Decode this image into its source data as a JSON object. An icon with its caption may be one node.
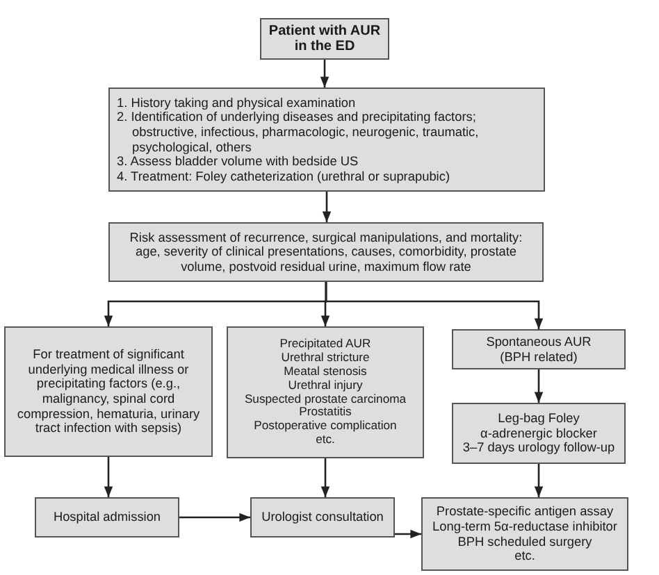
{
  "diagram": {
    "nodes": [
      {
        "text": [
          "Patient with AUR in the ED"
        ]
      },
      {
        "text": [
          "1. History taking and physical examination",
          "2. Identification of underlying diseases and precipitating factors; obstructive, infectious, pharmacologic, neurogenic, traumatic, psychological, others",
          "3. Assess bladder volume with bedside US",
          "4. Treatment: Foley catheterization (urethral or suprapubic)"
        ]
      },
      {
        "text": [
          "Risk assessment of recurrence, surgical manipulations, and mortality: age, severity of clinical presentations, causes, comorbidity, prostate volume, postvoid residual urine, maximum flow rate"
        ]
      },
      {
        "text": [
          "For treatment of significant underlying medical illness or precipitating factors (e.g., malignancy, spinal cord compression, hematuria, urinary tract infection with sepsis)"
        ]
      },
      {
        "text": [
          "Precipitated AUR",
          "Urethral stricture",
          "Meatal stenosis",
          "Urethral injury",
          "Suspected prostate carcinoma",
          "Prostatitis",
          "Postoperative complication",
          "etc."
        ]
      },
      {
        "text": [
          "Spontaneous AUR",
          "(BPH related)"
        ]
      },
      {
        "text": [
          "Leg-bag Foley",
          "α-adrenergic blocker",
          "3–7 days urology follow-up"
        ]
      },
      {
        "text": [
          "Hospital admission"
        ]
      },
      {
        "text": [
          "Urologist consultation"
        ]
      },
      {
        "text": [
          "Prostate-specific antigen assay",
          "Long-term 5α-reductase inhibitor",
          "BPH scheduled surgery",
          "etc."
        ]
      }
    ],
    "edges": [
      {
        "from": 0,
        "to": 1,
        "arrow": "to"
      },
      {
        "from": 1,
        "to": 2,
        "arrow": "to"
      },
      {
        "from": 2,
        "to": 3,
        "arrow": "to"
      },
      {
        "from": 2,
        "to": 4,
        "arrow": "to"
      },
      {
        "from": 2,
        "to": 5,
        "arrow": "to"
      },
      {
        "from": 3,
        "to": 7,
        "arrow": "to"
      },
      {
        "from": 4,
        "to": 8,
        "arrow": "to"
      },
      {
        "from": 5,
        "to": 6,
        "arrow": "to"
      },
      {
        "from": 6,
        "to": 9,
        "arrow": "to"
      },
      {
        "from": 7,
        "to": 8,
        "arrow": "to"
      },
      {
        "from": 8,
        "to": 9,
        "arrow": "to"
      }
    ]
  }
}
